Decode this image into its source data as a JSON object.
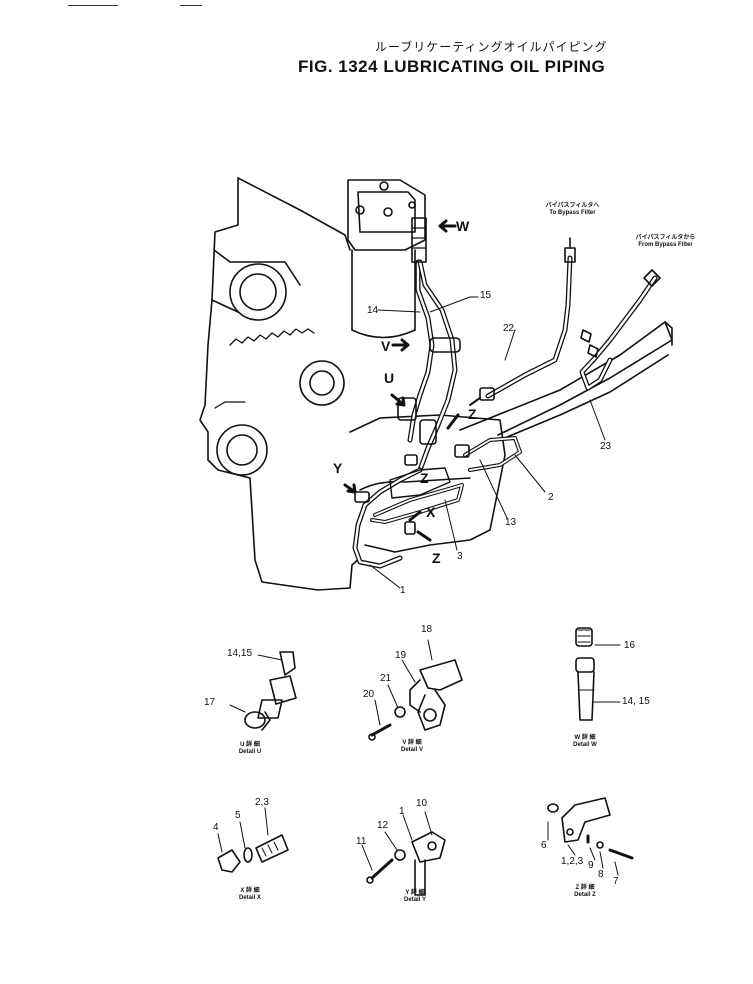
{
  "title": {
    "japanese": "ルーブリケーティングオイルパイピング",
    "english": "FIG. 1324  LUBRICATING OIL PIPING"
  },
  "main_callouts": {
    "n15": "15",
    "n14": "14",
    "n22": "22",
    "n23": "23",
    "n2": "2",
    "n13": "13",
    "n3": "3",
    "n1": "1"
  },
  "detail_letters": {
    "w": "W",
    "v": "V",
    "u": "U",
    "z_upper": "Z",
    "y": "Y",
    "z_mid": "Z",
    "x": "X",
    "z_low": "Z"
  },
  "filter_notes": {
    "to_jp": "バイパスフィルタへ",
    "to_en": "To Bypass Filter",
    "from_jp": "バイパスフィルタから",
    "from_en": "From Bypass Filter"
  },
  "details": {
    "u": {
      "labels": [
        "14,15",
        "17"
      ],
      "caption_jp": "U 詳 細",
      "caption_en": "Detail U"
    },
    "v": {
      "labels": [
        "18",
        "19",
        "21",
        "20"
      ],
      "caption_jp": "V 詳 細",
      "caption_en": "Detail V"
    },
    "w": {
      "labels": [
        "16",
        "14, 15"
      ],
      "caption_jp": "W 詳 細",
      "caption_en": "Detail W"
    },
    "x": {
      "labels": [
        "2,3",
        "4",
        "5"
      ],
      "caption_jp": "X 詳 細",
      "caption_en": "Detail X"
    },
    "y": {
      "labels": [
        "10",
        "12",
        "1",
        "11"
      ],
      "caption_jp": "Y 詳 細",
      "caption_en": "Detail Y"
    },
    "z": {
      "labels": [
        "6",
        "1,2,3",
        "9",
        "8",
        "7"
      ],
      "caption_jp": "Z 詳 細",
      "caption_en": "Detail Z"
    }
  }
}
